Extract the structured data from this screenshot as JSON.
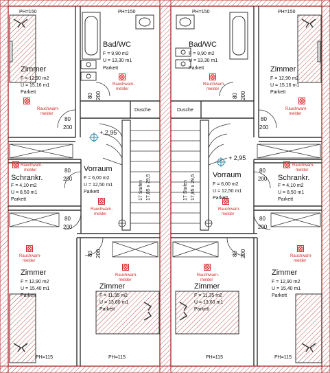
{
  "rooms": {
    "zimmer_tl": {
      "name": "Zimmer",
      "area": "F = 12,90 m2",
      "perimeter": "U = 15,16 m1",
      "floor": "Parkett"
    },
    "zimmer_tr": {
      "name": "Zimmer",
      "area": "F = 12,90 m2",
      "perimeter": "U = 15,16 m1",
      "floor": "Parkett"
    },
    "bad_l": {
      "name": "Bad/WC",
      "area": "F =  9,90 m2",
      "perimeter": "U = 13,30 m1",
      "floor": "Parkett"
    },
    "bad_r": {
      "name": "Bad/WC",
      "area": "F =  9,90 m2",
      "perimeter": "U = 13,30 m1",
      "floor": "Parkett"
    },
    "vorraum_l": {
      "name": "Vorraum",
      "area": "F =  6,00 m2",
      "perimeter": "U = 12,50 m1",
      "floor": "Parkett"
    },
    "vorraum_r": {
      "name": "Vorraum",
      "area": "F =  6,00 m2",
      "perimeter": "U = 12,50 m1",
      "floor": "Parkett"
    },
    "schrank_l": {
      "name": "Schrankr.",
      "area": "F = 4,10 m2",
      "perimeter": "U = 8,50 m1",
      "floor": "Parkett"
    },
    "schrank_r": {
      "name": "Schrankr.",
      "area": "F = 4,10 m2",
      "perimeter": "U = 8,50 m1",
      "floor": "Parkett"
    },
    "zimmer_bl": {
      "name": "Zimmer",
      "area": "F = 12,90 m2",
      "perimeter": "U = 15,40 m1",
      "floor": "Parkett"
    },
    "zimmer_br": {
      "name": "Zimmer",
      "area": "F = 12,90 m2",
      "perimeter": "U = 15,40 m1",
      "floor": "Parkett"
    },
    "zimmer_cl": {
      "name": "Zimmer",
      "area": "F = 11,35 m2",
      "perimeter": "U = 13,60 m1",
      "floor": "Parkett"
    },
    "zimmer_cr": {
      "name": "Zimmer",
      "area": "F = 11,35 m2",
      "perimeter": "U = 13,60 m1",
      "floor": "Parkett"
    }
  },
  "labels": {
    "dusche": "Dusche",
    "rauch_a": "Rauchwarn-",
    "rauch_b": "melder",
    "stufen": "17 Stufen",
    "stufen_dim": "17,85 x 29,5",
    "level": "+ 2,95",
    "door_80": "80",
    "door_200": "200",
    "ph150": "PH=150",
    "ph115": "PH=115"
  },
  "colors": {
    "wall": "#b03030",
    "hatch": "#c05050",
    "line": "#333333",
    "detector": "#d42a2a",
    "text": "#111111"
  }
}
